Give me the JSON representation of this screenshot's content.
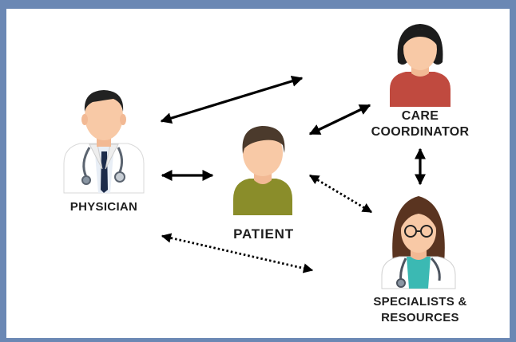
{
  "nodes": {
    "physician": {
      "label": "PHYSICIAN"
    },
    "patient": {
      "label": "PATIENT"
    },
    "care_coordinator": {
      "label_line1": "CARE",
      "label_line2": "COORDINATOR"
    },
    "specialists": {
      "label_line1": "SPECIALISTS &",
      "label_line2": "RESOURCES"
    }
  },
  "connections": [
    {
      "from": "physician",
      "to": "care_coordinator",
      "style": "solid",
      "bidirectional": true
    },
    {
      "from": "physician",
      "to": "patient",
      "style": "solid",
      "bidirectional": true
    },
    {
      "from": "patient",
      "to": "care_coordinator",
      "style": "solid",
      "bidirectional": true
    },
    {
      "from": "care_coordinator",
      "to": "specialists",
      "style": "solid",
      "bidirectional": true
    },
    {
      "from": "patient",
      "to": "specialists",
      "style": "dotted",
      "bidirectional": true
    },
    {
      "from": "physician",
      "to": "specialists",
      "style": "dotted",
      "bidirectional": true
    }
  ],
  "colors": {
    "frame_border": "#6b88b4",
    "arrow": "#000000",
    "skin": "#f8c9a6",
    "hair_dark": "#222222",
    "hair_patient": "#4b3a2c",
    "hair_specialist": "#5a3420",
    "coat": "#ffffff",
    "patient_shirt": "#8a8d2a",
    "coordinator_shirt": "#c04a3f",
    "scrubs": "#3bb9b3"
  }
}
